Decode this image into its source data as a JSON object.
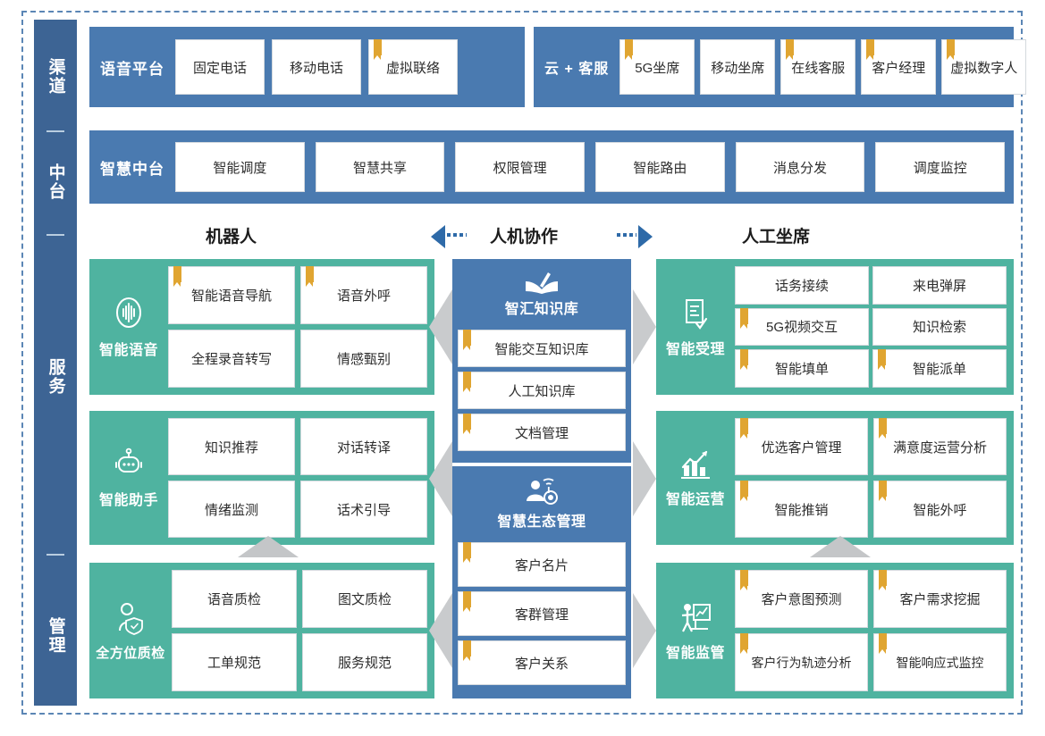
{
  "rail": {
    "items": [
      {
        "label": "渠道"
      },
      {
        "label": "中台"
      },
      {
        "label": "服务"
      },
      {
        "label": "管理"
      }
    ]
  },
  "colors": {
    "rail_blue": "#3d6494",
    "band_blue": "#4a7ab0",
    "panel_teal": "#4fb3a0",
    "ribbon_gold": "#e0a531",
    "arrow_blue": "#2e6aa8",
    "chevron_gray": "#c9cbcd",
    "frame_dash": "#5b86b5"
  },
  "channel_row": {
    "groups": [
      {
        "title": "语音平台",
        "cells": [
          {
            "label": "固定电话",
            "ribbon": false
          },
          {
            "label": "移动电话",
            "ribbon": false
          },
          {
            "label": "虚拟联络",
            "ribbon": true
          }
        ]
      },
      {
        "title": "云 + 客服",
        "cells": [
          {
            "label": "5G坐席",
            "ribbon": true
          },
          {
            "label": "移动坐席",
            "ribbon": false
          },
          {
            "label": "在线客服",
            "ribbon": true
          },
          {
            "label": "客户经理",
            "ribbon": true
          },
          {
            "label": "虚拟数字人",
            "ribbon": true
          }
        ]
      }
    ]
  },
  "midplatform_row": {
    "title": "智慧中台",
    "cells": [
      {
        "label": "智能调度",
        "ribbon": false
      },
      {
        "label": "智慧共享",
        "ribbon": false
      },
      {
        "label": "权限管理",
        "ribbon": false
      },
      {
        "label": "智能路由",
        "ribbon": false
      },
      {
        "label": "消息分发",
        "ribbon": false
      },
      {
        "label": "调度监控",
        "ribbon": false
      }
    ]
  },
  "section_header": {
    "left": "机器人",
    "center": "人机协作",
    "right": "人工坐席"
  },
  "left_panels": [
    {
      "name": "智能语音",
      "icon": "voice-wave-icon",
      "cells": [
        {
          "label": "智能语音导航",
          "ribbon": true
        },
        {
          "label": "语音外呼",
          "ribbon": true
        },
        {
          "label": "全程录音转写",
          "ribbon": false
        },
        {
          "label": "情感甄别",
          "ribbon": false
        }
      ]
    },
    {
      "name": "智能助手",
      "icon": "robot-icon",
      "cells": [
        {
          "label": "知识推荐",
          "ribbon": false
        },
        {
          "label": "对话转译",
          "ribbon": false
        },
        {
          "label": "情绪监测",
          "ribbon": false
        },
        {
          "label": "话术引导",
          "ribbon": false
        }
      ]
    },
    {
      "name": "全方位质检",
      "icon": "person-shield-icon",
      "cells": [
        {
          "label": "语音质检",
          "ribbon": false
        },
        {
          "label": "图文质检",
          "ribbon": false
        },
        {
          "label": "工单规范",
          "ribbon": false
        },
        {
          "label": "服务规范",
          "ribbon": false
        }
      ]
    }
  ],
  "center_stacks": [
    {
      "name": "智汇知识库",
      "icon": "open-book-pen-icon",
      "cells": [
        {
          "label": "智能交互知识库",
          "ribbon": true
        },
        {
          "label": "人工知识库",
          "ribbon": true
        },
        {
          "label": "文档管理",
          "ribbon": true
        }
      ]
    },
    {
      "name": "智慧生态管理",
      "icon": "person-network-icon",
      "cells": [
        {
          "label": "客户名片",
          "ribbon": true
        },
        {
          "label": "客群管理",
          "ribbon": true
        },
        {
          "label": "客户关系",
          "ribbon": true
        }
      ]
    }
  ],
  "right_panels": [
    {
      "name": "智能受理",
      "icon": "document-check-icon",
      "cells": [
        {
          "label": "话务接续",
          "ribbon": false
        },
        {
          "label": "来电弹屏",
          "ribbon": false
        },
        {
          "label": "5G视频交互",
          "ribbon": true
        },
        {
          "label": "知识检索",
          "ribbon": false
        },
        {
          "label": "智能填单",
          "ribbon": true
        },
        {
          "label": "智能派单",
          "ribbon": true
        }
      ]
    },
    {
      "name": "智能运营",
      "icon": "chart-growth-icon",
      "cells": [
        {
          "label": "优选客户管理",
          "ribbon": true
        },
        {
          "label": "满意度运营分析",
          "ribbon": true
        },
        {
          "label": "智能推销",
          "ribbon": true
        },
        {
          "label": "智能外呼",
          "ribbon": true
        }
      ]
    },
    {
      "name": "智能监管",
      "icon": "presenter-chart-icon",
      "cells": [
        {
          "label": "客户意图预测",
          "ribbon": true
        },
        {
          "label": "客户需求挖掘",
          "ribbon": true
        },
        {
          "label": "客户行为轨迹分析",
          "ribbon": true
        },
        {
          "label": "智能响应式监控",
          "ribbon": true
        }
      ]
    }
  ]
}
